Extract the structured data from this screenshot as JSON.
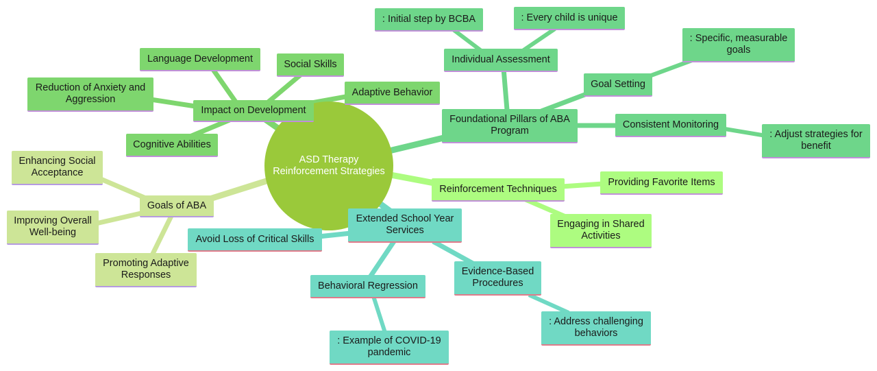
{
  "colors": {
    "root": "#9ac93a",
    "development": "#7ed66e",
    "pillars": "#6ed68a",
    "goals": "#cde597",
    "reinforcement": "#adfc80",
    "school_year": "#70d9c4"
  },
  "root": {
    "label": "ASD Therapy Reinforcement Strategies"
  },
  "development": {
    "label": "Impact on Development",
    "children": [
      "Language Development",
      "Social Skills",
      "Adaptive Behavior",
      "Reduction of Anxiety and Aggression",
      "Cognitive Abilities"
    ]
  },
  "pillars": {
    "label": "Foundational Pillars of ABA Program",
    "assessment": {
      "label": "Individual Assessment",
      "children": [
        ": Initial step by BCBA",
        ": Every child is unique"
      ]
    },
    "goal_setting": {
      "label": "Goal Setting",
      "children": [
        ": Specific, measurable goals"
      ]
    },
    "monitoring": {
      "label": "Consistent Monitoring",
      "children": [
        ": Adjust strategies for benefit"
      ]
    }
  },
  "goals": {
    "label": "Goals of ABA",
    "children": [
      "Enhancing Social Acceptance",
      "Improving Overall Well-being",
      "Promoting Adaptive Responses"
    ]
  },
  "reinforcement": {
    "label": "Reinforcement Techniques",
    "children": [
      "Providing Favorite Items",
      "Engaging in Shared Activities"
    ]
  },
  "school_year": {
    "label": "Extended School Year Services",
    "avoid": {
      "label": "Avoid Loss of Critical Skills"
    },
    "regression": {
      "label": "Behavioral Regression",
      "children": [
        ": Example of COVID-19 pandemic"
      ]
    },
    "procedures": {
      "label": "Evidence-Based Procedures",
      "children": [
        ": Address challenging behaviors"
      ]
    }
  }
}
